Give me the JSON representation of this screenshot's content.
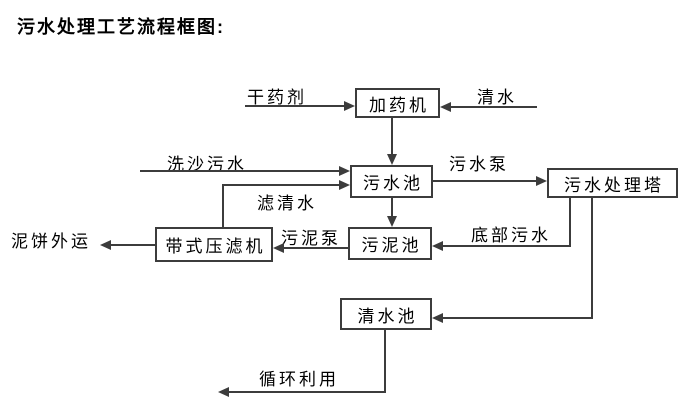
{
  "title": "污水处理工艺流程框图:",
  "nodes": {
    "dosing_machine": "加药机",
    "sewage_pool": "污水池",
    "treatment_tower": "污水处理塔",
    "sludge_pool": "污泥池",
    "belt_filter_press": "带式压滤机",
    "clear_water_pool": "清水池"
  },
  "labels": {
    "dry_chemical": "干药剂",
    "clear_water": "清水",
    "sand_washing_sewage": "洗沙污水",
    "sewage_pump": "污水泵",
    "filtered_water": "滤清水",
    "sludge_pump": "污泥泵",
    "bottom_sewage": "底部污水",
    "mud_cake_out": "泥饼外运",
    "recycle_reuse": "循环利用"
  },
  "colors": {
    "line": "#3c3c3c",
    "text": "#000000",
    "background": "#ffffff"
  }
}
